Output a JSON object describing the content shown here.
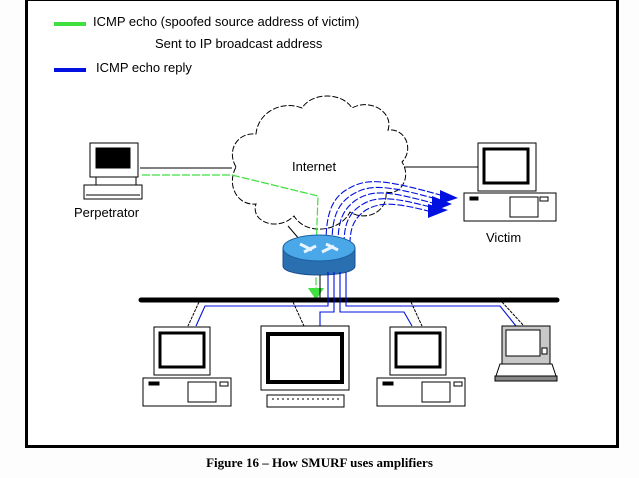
{
  "legend": {
    "items": [
      {
        "label": "ICMP echo (spoofed source address of victim)",
        "sub_label": "Sent to IP broadcast address",
        "color": "#40e040"
      },
      {
        "label": "ICMP echo reply",
        "color": "#0010e0"
      }
    ]
  },
  "nodes": {
    "perpetrator": "Perpetrator",
    "internet": "Internet",
    "victim": "Victim"
  },
  "colors": {
    "echo": "#40e040",
    "reply": "#0010e0",
    "router": "#3a8fd0"
  },
  "caption": "Figure 16 – How SMURF uses amplifiers"
}
